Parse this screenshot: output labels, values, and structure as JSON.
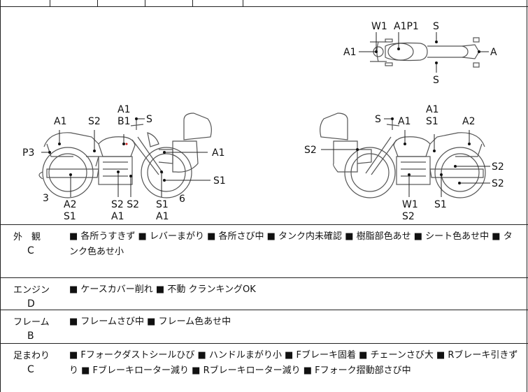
{
  "diagram": {
    "labels": {
      "top_w1": "W1",
      "top_a1p1": "A1P1",
      "top_s_upper": "S",
      "top_a1_left": "A1",
      "top_a_right": "A",
      "top_s_lower": "S",
      "left_a1_top": "A1",
      "left_b1": "B1",
      "left_s": "S",
      "left_a1_rear": "A1",
      "left_s2": "S2",
      "left_p3": "P3",
      "left_a1_right": "A1",
      "left_s1_right": "S1",
      "left_num3": "3",
      "left_a2": "A2",
      "left_s1_bottom": "S1",
      "left_s2_pair": "S2 S2",
      "left_a1_under_s2": "A1",
      "left_s1_mid": "S1",
      "left_a1_under_s1": "A1",
      "left_num6": "6",
      "right_s": "S",
      "right_a1_upper": "A1",
      "right_a1_inner": "A1",
      "right_s1_upper": "S1",
      "right_a2": "A2",
      "right_s2_left": "S2",
      "right_s2_mid": "S2",
      "right_s2_low": "S2",
      "right_w1": "W1",
      "right_s2_bottom": "S2",
      "right_s1_bottom": "S1"
    }
  },
  "rows": [
    {
      "name": "外　観",
      "grade": "C",
      "desc": "■ 各所うすきず ■ レバーまがり ■ 各所さび中 ■ タンク内未確認 ■ 樹脂部色あせ ■ シート色あせ中 ■ タンク色あせ小"
    },
    {
      "name": "エンジン",
      "grade": "D",
      "desc": "■ ケースカバー削れ ■ 不動 クランキングOK"
    },
    {
      "name": "フレーム",
      "grade": "B",
      "desc": "■ フレームさび中 ■ フレーム色あせ中"
    },
    {
      "name": "足まわり",
      "grade": "C",
      "desc": "■ Fフォークダストシールひび ■ ハンドルまがり小 ■ Fブレーキ固着 ■ チェーンさび大 ■ Rブレーキ引きずり ■ Fブレーキローター減り ■ Rブレーキローター減り ■ Fフォーク摺動部さび中"
    }
  ]
}
